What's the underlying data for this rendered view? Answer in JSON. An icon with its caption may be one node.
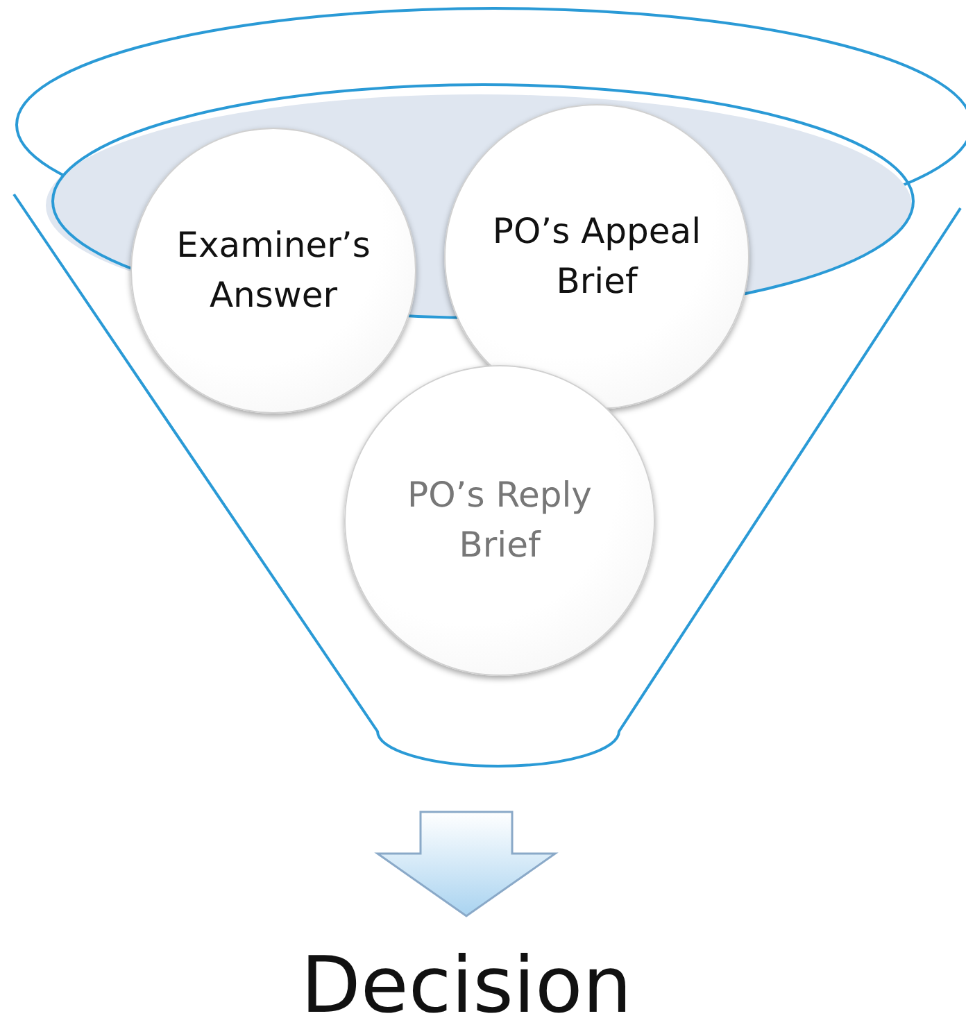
{
  "diagram": {
    "nodes": [
      {
        "text": [],
        "shape": "funnel"
      },
      {
        "text": [
          "Examiner’s Answer"
        ],
        "in": 0
      },
      {
        "text": [
          "PO’s Appeal Brief"
        ],
        "in": 0
      },
      {
        "text": [
          "PO’s Reply Brief"
        ],
        "in": 0
      },
      {
        "text": [
          "Decision"
        ]
      }
    ],
    "edges": [
      {
        "from": 0,
        "to": 4,
        "arrow": "to"
      }
    ]
  }
}
